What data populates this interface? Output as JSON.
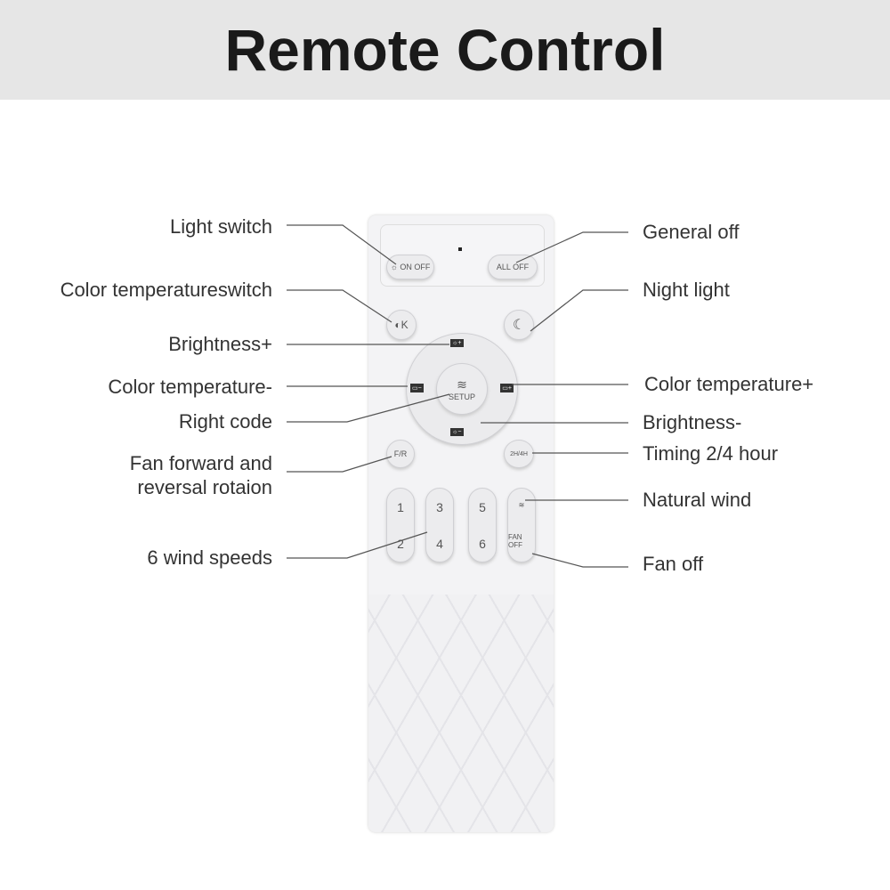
{
  "title": "Remote Control",
  "left_labels": {
    "light_switch": "Light switch",
    "color_temp_switch": "Color temperatureswitch",
    "brightness_plus": "Brightness+",
    "color_temp_minus": "Color temperature-",
    "right_code": "Right code",
    "fan_fr_1": "Fan forward and",
    "fan_fr_2": "reversal rotaion",
    "wind_speeds": "6 wind speeds"
  },
  "right_labels": {
    "general_off": "General off",
    "night_light": "Night light",
    "color_temp_plus": "Color temperature+",
    "brightness_minus": "Brightness-",
    "timing": "Timing 2/4 hour",
    "natural_wind": "Natural wind",
    "fan_off": "Fan off"
  },
  "remote": {
    "on_off": "☼ ON OFF",
    "all_off": "ALL OFF",
    "k": "K",
    "setup": "SETUP",
    "fr": "F/R",
    "timer": "2H/4H",
    "speeds": [
      "1",
      "2",
      "3",
      "4",
      "5",
      "6"
    ],
    "fan_off": "FAN OFF"
  }
}
